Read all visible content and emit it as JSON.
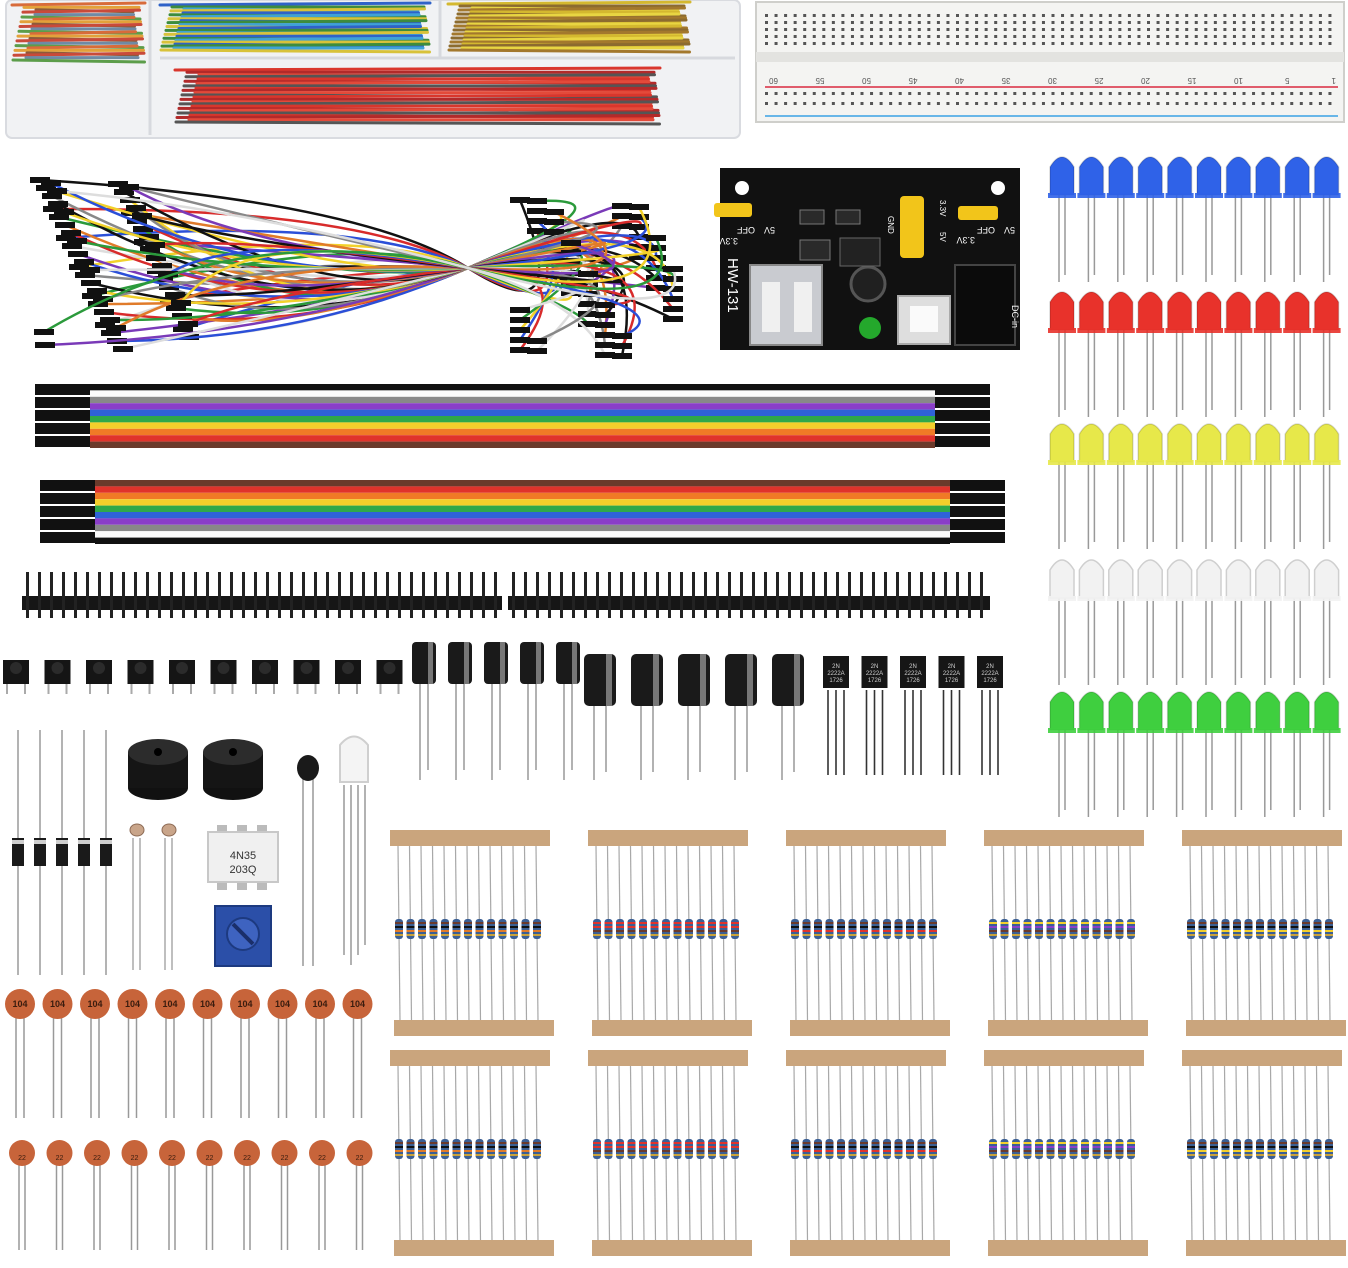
{
  "breadboard": {
    "column_numbers": [
      "60",
      "55",
      "50",
      "45",
      "40",
      "35",
      "30",
      "25",
      "20",
      "15",
      "10",
      "5",
      "1"
    ]
  },
  "power_module": {
    "model": "HW-131",
    "left_jumper": {
      "v5": "5V",
      "off": "OFF",
      "v33": "3.3V"
    },
    "right_jumper": {
      "v33": "3.3V",
      "off": "OFF",
      "v5": "5V"
    },
    "pins": {
      "gnd": "GND",
      "v5": "5V",
      "v33": "3.3V"
    },
    "dc_in": "DC-in"
  },
  "transistor_marking": [
    "2N",
    "2222A",
    "1726"
  ],
  "optocoupler": {
    "line1": "4N35",
    "line2": "203Q"
  },
  "ceramic_cap_large_code": "104",
  "ceramic_cap_small_code": "22",
  "colors": {
    "led_blue": "#2f62e8",
    "led_red": "#e8322b",
    "led_yellow": "#e7e84a",
    "led_white": "#f2f2f2",
    "led_green": "#3fcf3f",
    "resistor_tape": "#caa57d",
    "ceramic_cap": "#c7643a",
    "pot": "#2b4fa8"
  }
}
